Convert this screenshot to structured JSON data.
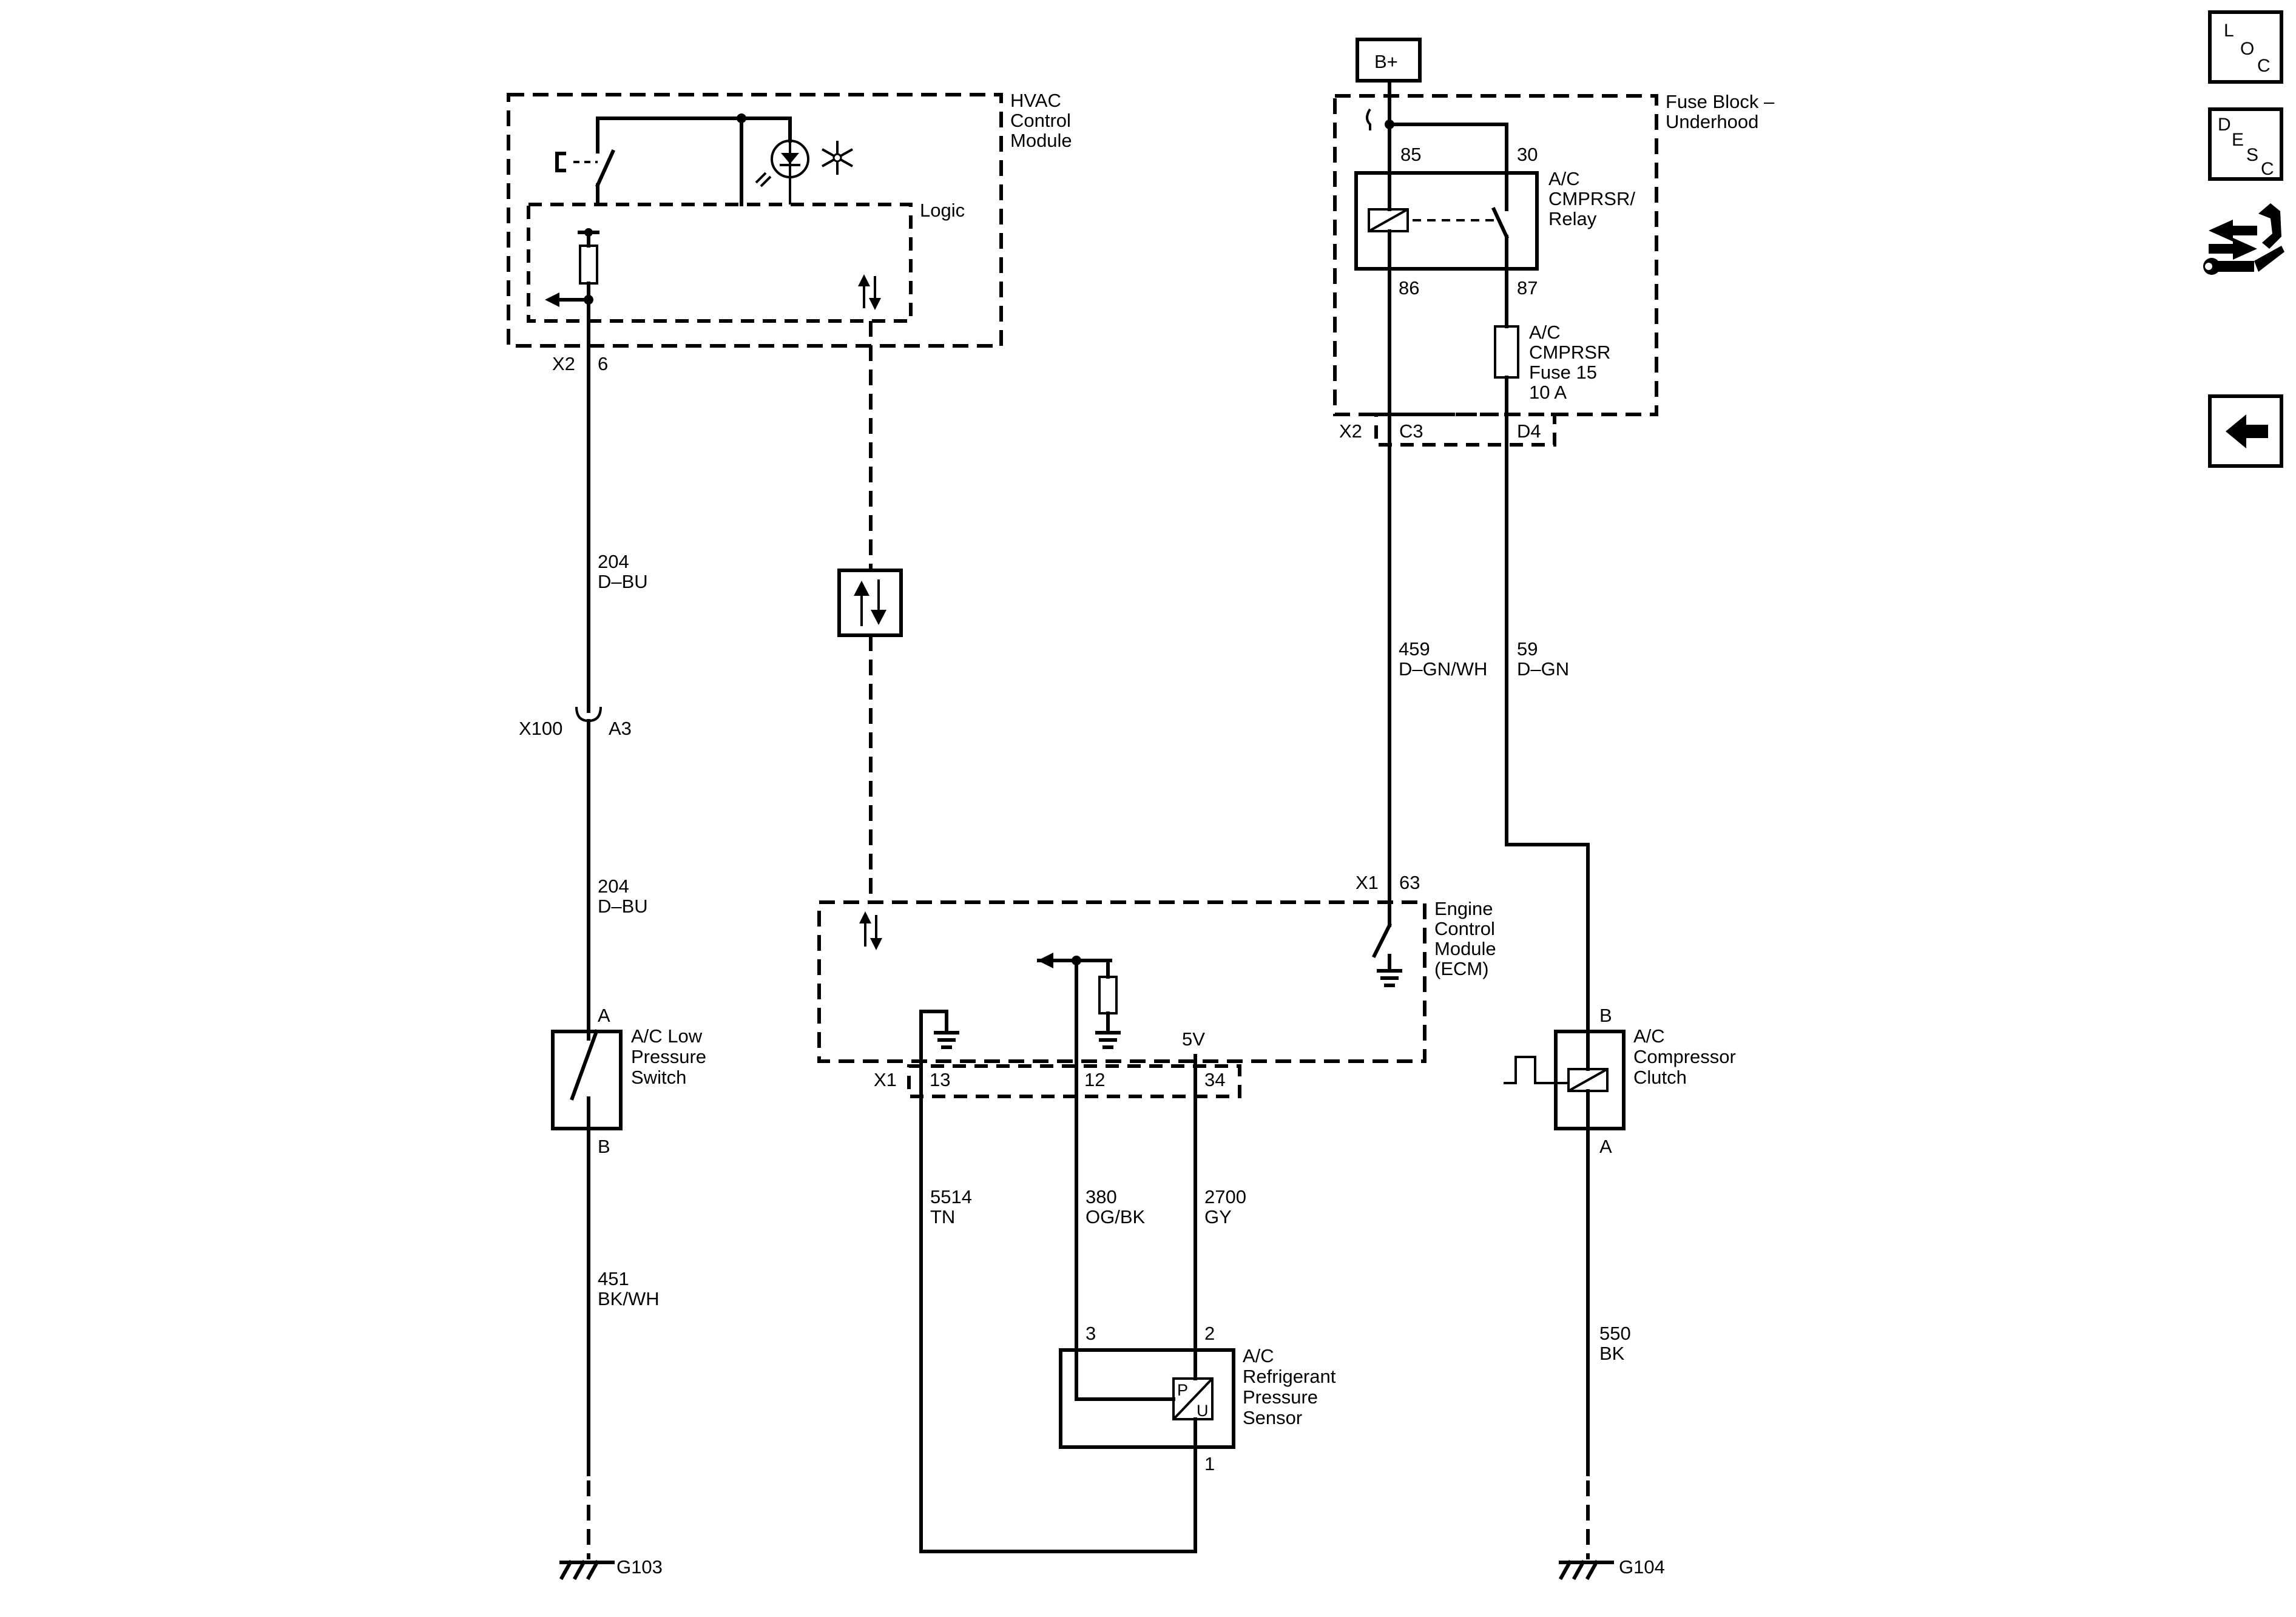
{
  "power": {
    "label": "B+"
  },
  "hvac": {
    "title": [
      "HVAC",
      "Control",
      "Module"
    ],
    "logic": "Logic",
    "connector": "X2",
    "pin": "6"
  },
  "fuse_block": {
    "title": [
      "Fuse Block –",
      "Underhood"
    ],
    "relay": {
      "label": [
        "A/C",
        "CMPRSR/",
        "Relay"
      ],
      "pin85": "85",
      "pin30": "30",
      "pin86": "86",
      "pin87": "87"
    },
    "fuse": {
      "label": [
        "A/C",
        "CMPRSR",
        "Fuse 15",
        "10 A"
      ]
    },
    "connector": "X2",
    "pin_c3": "C3",
    "pin_d4": "D4"
  },
  "wires": {
    "w204_upper": [
      "204",
      "D–BU"
    ],
    "w204_lower": [
      "204",
      "D–BU"
    ],
    "w451": [
      "451",
      "BK/WH"
    ],
    "w459": [
      "459",
      "D–GN/WH"
    ],
    "w59": [
      "59",
      "D–GN"
    ],
    "w5514": [
      "5514",
      "TN"
    ],
    "w380": [
      "380",
      "OG/BK"
    ],
    "w2700": [
      "2700",
      "GY"
    ],
    "w550": [
      "550",
      "BK"
    ]
  },
  "inline_connector": {
    "name": "X100",
    "pin": "A3"
  },
  "low_pressure_switch": {
    "label": [
      "A/C Low",
      "Pressure",
      "Switch"
    ],
    "pin_a": "A",
    "pin_b": "B"
  },
  "ecm": {
    "title": [
      "Engine",
      "Control",
      "Module",
      "(ECM)"
    ],
    "connector_top": "X1",
    "pin63": "63",
    "voltage": "5V",
    "connector_bottom": "X1",
    "pin13": "13",
    "pin12": "12",
    "pin34": "34"
  },
  "pressure_sensor": {
    "label": [
      "A/C",
      "Refrigerant",
      "Pressure",
      "Sensor"
    ],
    "pin3": "3",
    "pin2": "2",
    "pin1": "1",
    "glyph_p": "P",
    "glyph_u": "U"
  },
  "compressor_clutch": {
    "label": [
      "A/C",
      "Compressor",
      "Clutch"
    ],
    "pin_b": "B",
    "pin_a": "A"
  },
  "grounds": {
    "g103": "G103",
    "g104": "G104"
  },
  "nav": {
    "loc": [
      "L",
      "O",
      "C"
    ],
    "desc": [
      "D",
      "E",
      "S",
      "C"
    ]
  }
}
